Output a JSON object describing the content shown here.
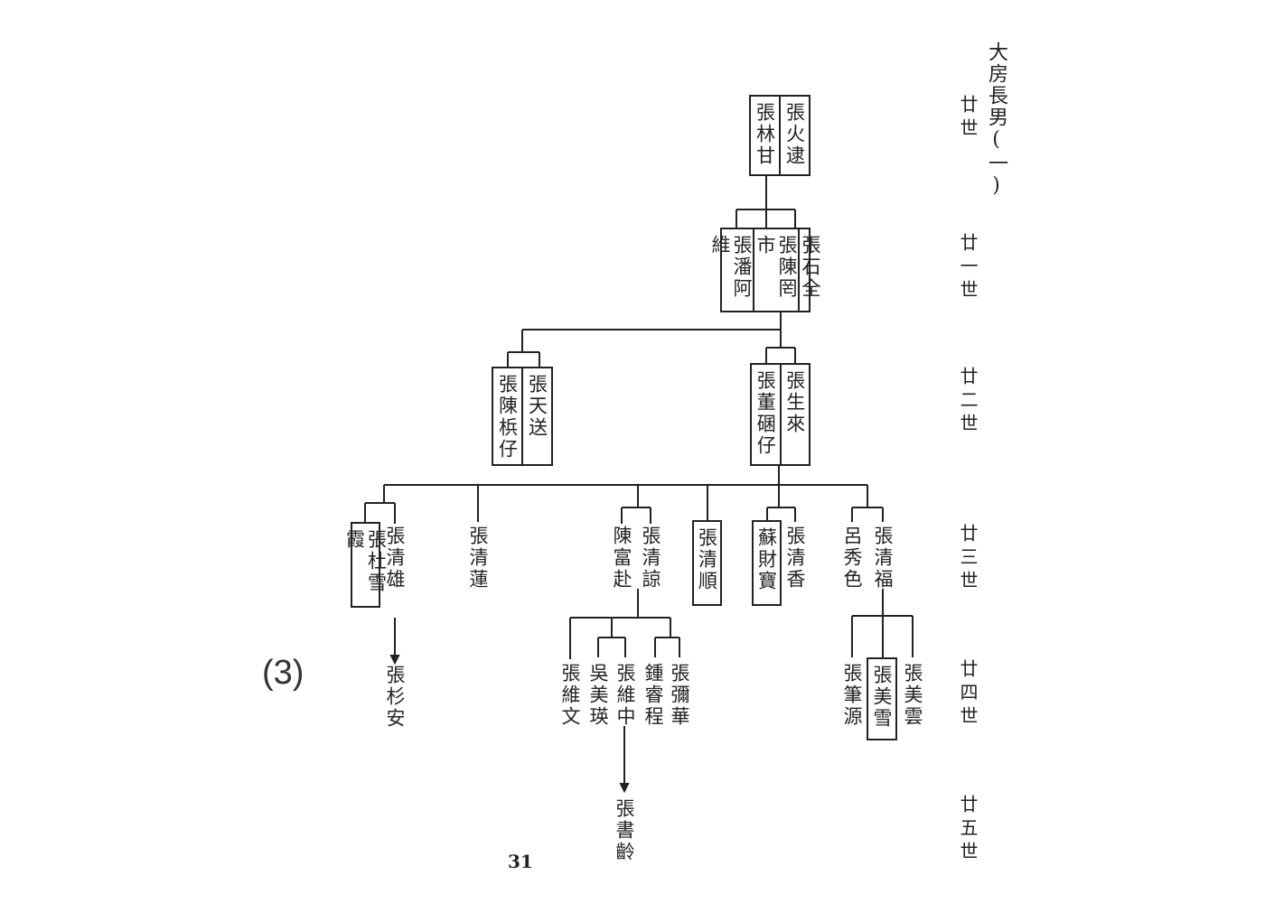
{
  "title": "大房長男(一)",
  "figure_label": "(3)",
  "page_number": "31",
  "generations": [
    "廿世",
    "廿一世",
    "廿二世",
    "廿三世",
    "廿四世",
    "廿五世"
  ],
  "gen20": {
    "husband": "張火逮",
    "wife": "張林甘"
  },
  "gen21": {
    "husband": "張石全",
    "wife1": "張陳罔市",
    "wife2": "張潘阿維"
  },
  "gen22": {
    "a": {
      "husband": "張天送",
      "wife": "張陳梹仔"
    },
    "b": {
      "husband": "張生來",
      "wife": "張董碅仔"
    }
  },
  "gen23": {
    "qingxiong": "張清雄",
    "qingxiong_wife": "張杜雪霞",
    "qinglian": "張清蓮",
    "qingliang": "張清諒",
    "qingliang_wife": "陳富赴",
    "qingshun": "張清順",
    "qingxiang": "張清香",
    "qingxiang_husband": "蘇財寶",
    "qingfu": "張清福",
    "qingfu_wife": "呂秀色"
  },
  "gen24": {
    "shanan": "張杉安",
    "mihua": "張彌華",
    "mihua_wife": "鍾睿程",
    "weizhong": "張維中",
    "weizhong_wife": "吳美瑛",
    "weiwen": "張維文",
    "meiyun": "張美雲",
    "meixue": "張美雪",
    "biyuan": "張筆源"
  },
  "gen25": {
    "shuling": "張書齡"
  }
}
